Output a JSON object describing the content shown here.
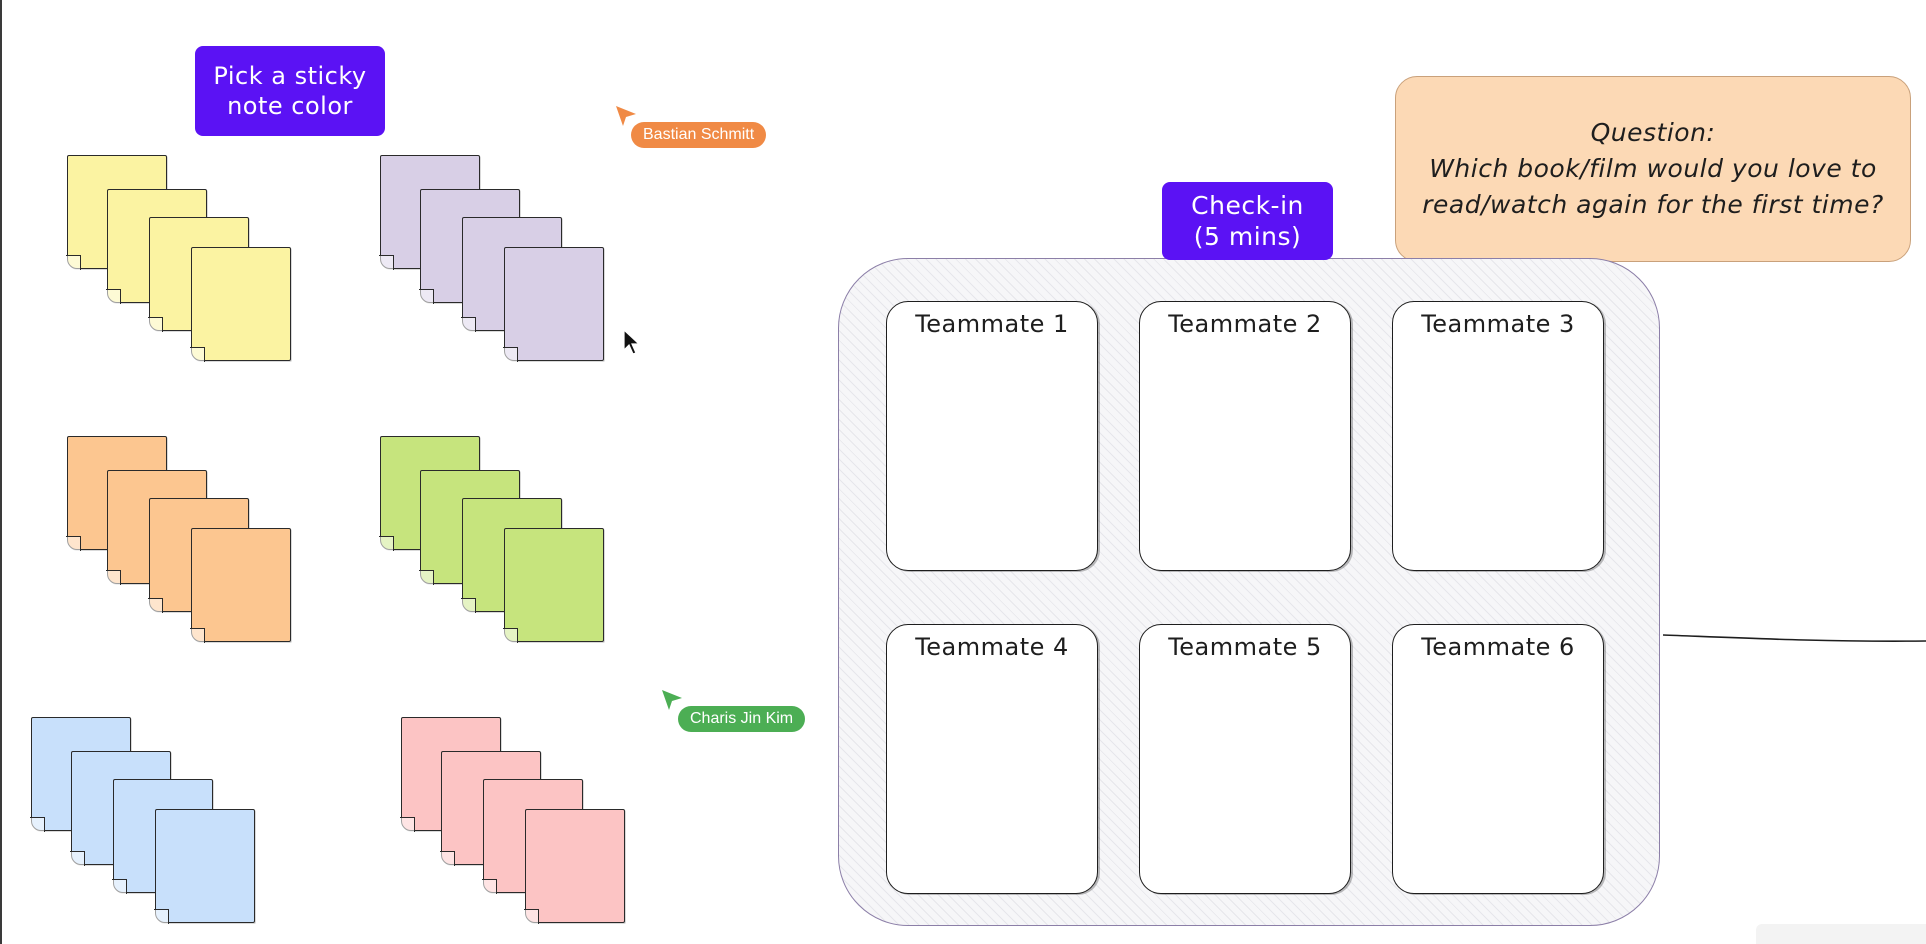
{
  "board": {
    "pick_title": "Pick a sticky\nnote color",
    "checkin_title": "Check-in\n(5 mins)",
    "question": "Question:\nWhich book/film would you love to\nread/watch again for the first time?"
  },
  "sticky_colors": {
    "yellow": "#fbf3a2",
    "purple": "#d8cfe6",
    "orange": "#fcc690",
    "green": "#c6e47d",
    "blue": "#c8e0fb",
    "pink": "#fcc4c4"
  },
  "collaborators": [
    {
      "name": "Bastian Schmitt",
      "color": "#f08a45"
    },
    {
      "name": "Charis Jin Kim",
      "color": "#4cae54"
    }
  ],
  "teammates": [
    "Teammate 1",
    "Teammate 2",
    "Teammate 3",
    "Teammate 4",
    "Teammate 5",
    "Teammate 6"
  ],
  "colors": {
    "title_bg": "#5b12f4",
    "question_bg": "#fcd9b5",
    "frame_border": "#8c7fa8"
  },
  "icons": {
    "pointer": "mouse-pointer-icon",
    "collaborator_cursor": "collaborator-cursor-icon"
  }
}
